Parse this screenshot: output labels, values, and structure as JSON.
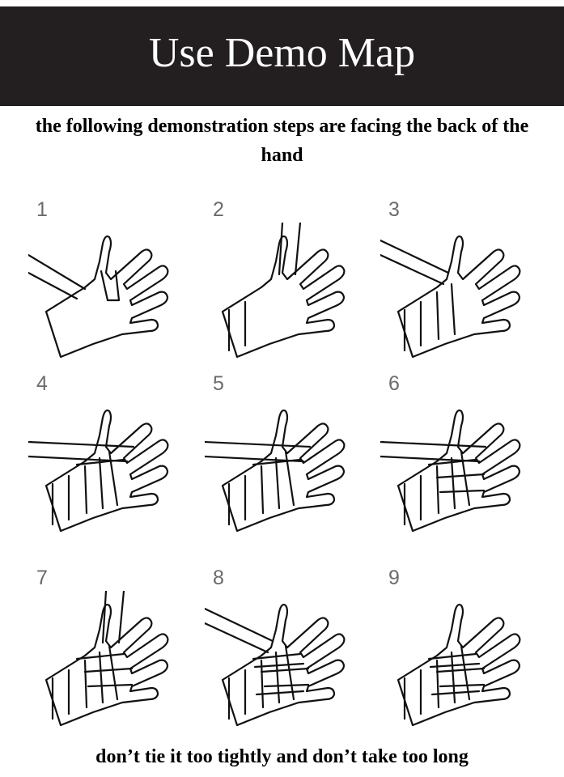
{
  "header": {
    "title": "Use Demo Map"
  },
  "subtitle": "the following demonstration steps are facing the back of the hand",
  "steps": [
    {
      "number": "1",
      "wrap_level": 0,
      "strap": "left-low"
    },
    {
      "number": "2",
      "wrap_level": 1,
      "strap": "vertical"
    },
    {
      "number": "3",
      "wrap_level": 2,
      "strap": "left-high"
    },
    {
      "number": "4",
      "wrap_level": 3,
      "strap": "horizontal"
    },
    {
      "number": "5",
      "wrap_level": 3,
      "strap": "horizontal"
    },
    {
      "number": "6",
      "wrap_level": 4,
      "strap": "horizontal"
    },
    {
      "number": "7",
      "wrap_level": 4,
      "strap": "vertical"
    },
    {
      "number": "8",
      "wrap_level": 5,
      "strap": "left-high"
    },
    {
      "number": "9",
      "wrap_level": 5,
      "strap": "none"
    }
  ],
  "footer": "don’t tie it too tightly and don’t take too long",
  "colors": {
    "header_bg": "#231f20",
    "header_text": "#ffffff",
    "step_number": "#6b6b6b"
  }
}
